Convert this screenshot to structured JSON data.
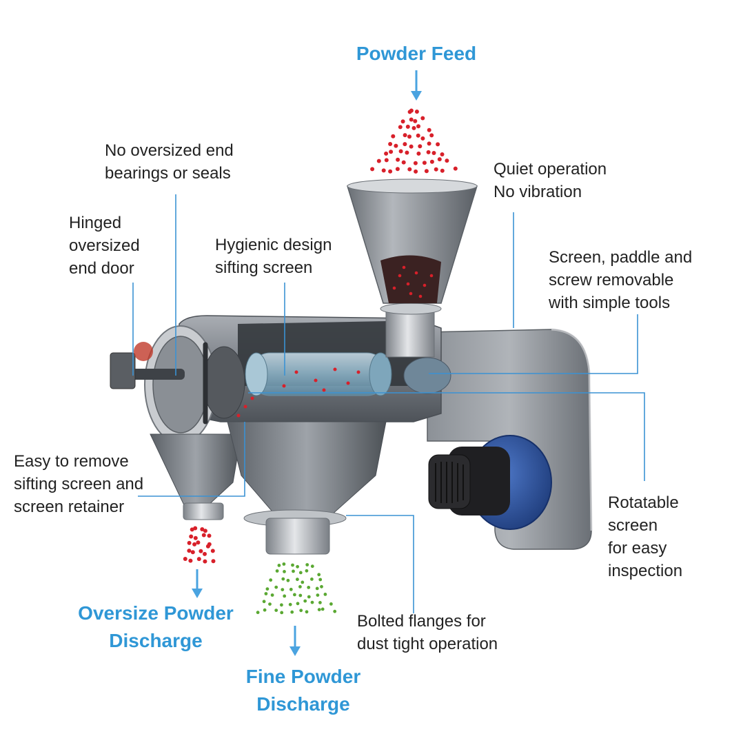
{
  "flow_labels": {
    "feed": "Powder Feed",
    "oversize": [
      "Oversize Powder",
      "Discharge"
    ],
    "fine": [
      "Fine Powder",
      "Discharge"
    ]
  },
  "callouts": {
    "end_bearings": [
      "No oversized end",
      "bearings or seals"
    ],
    "end_door": [
      "Hinged",
      "oversized",
      "end door"
    ],
    "screen": [
      "Hygienic design",
      "sifting screen"
    ],
    "quiet": [
      "Quiet operation",
      "No vibration"
    ],
    "removable": [
      "Screen, paddle and",
      "screw removable",
      "with simple tools"
    ],
    "rotatable": [
      "Rotatable",
      "screen",
      "for easy",
      "inspection"
    ],
    "easy_remove": [
      "Easy to remove",
      "sifting screen and",
      "screen retainer"
    ],
    "flanges": [
      "Bolted flanges for",
      "dust tight operation"
    ]
  },
  "colors": {
    "flow_text": "#2f97d6",
    "leader_line": "#3a92d4",
    "oversize_particles": "#d8202a",
    "fine_particles": "#5aa832",
    "machine_body": "#7b8087",
    "motor": "#2c4f9a"
  }
}
